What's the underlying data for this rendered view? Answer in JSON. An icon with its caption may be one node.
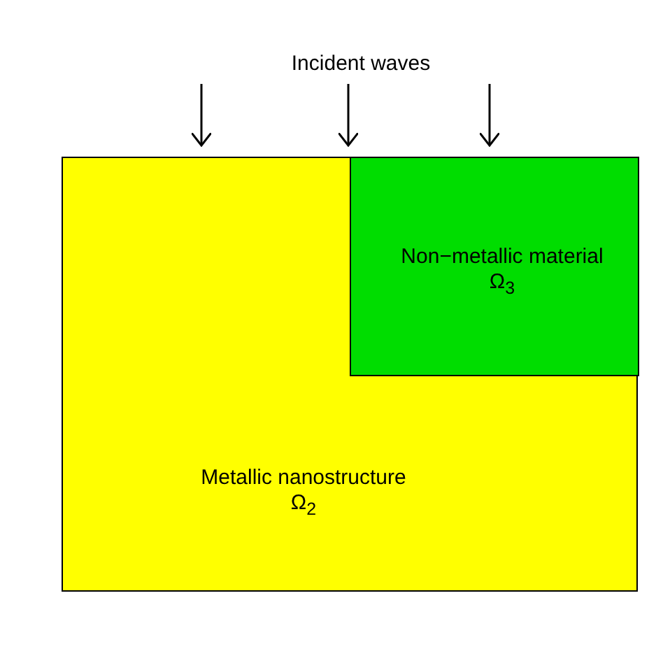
{
  "diagram": {
    "nodes": [
      {
        "text": [
          "Metallic nanostructure",
          "Ω$_{2}$"
        ]
      },
      {
        "text": [
          "Non−metallic material",
          "Ω$_{3}$"
        ],
        "in": 0
      }
    ],
    "labels": [
      "Incident waves"
    ]
  }
}
